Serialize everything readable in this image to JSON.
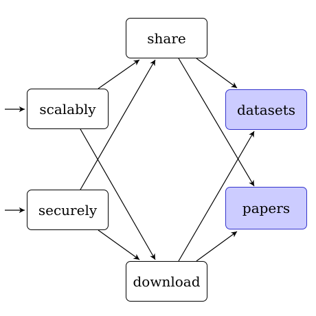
{
  "nodes": {
    "share": "share",
    "scalably": "scalably",
    "securely": "securely",
    "download": "download",
    "datasets": "datasets",
    "papers": "papers"
  },
  "colors": {
    "node_border": "#000000",
    "node_fill": "#ffffff",
    "highlight_fill": "#ccccff",
    "highlight_border": "#3333cc",
    "edge": "#000000"
  },
  "edges": [
    {
      "from": "input",
      "to": "scalably"
    },
    {
      "from": "input",
      "to": "securely"
    },
    {
      "from": "scalably",
      "to": "share"
    },
    {
      "from": "scalably",
      "to": "download"
    },
    {
      "from": "securely",
      "to": "share"
    },
    {
      "from": "securely",
      "to": "download"
    },
    {
      "from": "share",
      "to": "datasets"
    },
    {
      "from": "share",
      "to": "papers"
    },
    {
      "from": "download",
      "to": "datasets"
    },
    {
      "from": "download",
      "to": "papers"
    }
  ]
}
